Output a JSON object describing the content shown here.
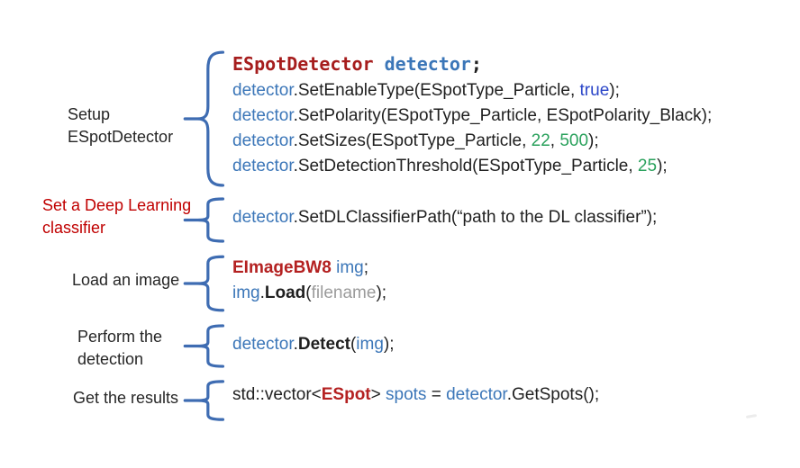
{
  "title": "ESpotDetector usage code walkthrough",
  "colors": {
    "background": "#ffffff",
    "brace": "#3e6cb2",
    "label_dark": "#262626",
    "label_red": "#c00000",
    "code_plain": "#1f1f1f",
    "code_type": "#a61d1d",
    "code_type_alt": "#b42121",
    "code_variable": "#3b76b8",
    "code_keyword": "#2b46c8",
    "code_number": "#2aa15c",
    "code_muted": "#9b9b9b"
  },
  "labels": [
    {
      "lines": [
        "Setup",
        "ESpotDetector"
      ],
      "style": "dark"
    },
    {
      "lines": [
        "Set a Deep Learning",
        "classifier"
      ],
      "style": "red"
    },
    {
      "lines": [
        "Load an image"
      ],
      "style": "dark"
    },
    {
      "lines": [
        "Perform the",
        "detection"
      ],
      "style": "dark"
    },
    {
      "lines": [
        "Get the results"
      ],
      "style": "dark"
    }
  ],
  "code": {
    "lines": [
      {
        "tokens": [
          {
            "t": "ESpotDetector",
            "c": "type"
          },
          {
            "t": " ",
            "c": "plain"
          },
          {
            "t": "detector",
            "c": "var"
          },
          {
            "t": ";",
            "c": "plain"
          }
        ]
      },
      {
        "tokens": [
          {
            "t": "detector",
            "c": "var"
          },
          {
            "t": ".SetEnableType(ESpotType_Particle, ",
            "c": "plain"
          },
          {
            "t": "true",
            "c": "kw"
          },
          {
            "t": ");",
            "c": "plain"
          }
        ]
      },
      {
        "tokens": [
          {
            "t": "detector",
            "c": "var"
          },
          {
            "t": ".SetPolarity(ESpotType_Particle, ESpotPolarity_Black);",
            "c": "plain"
          }
        ]
      },
      {
        "tokens": [
          {
            "t": "detector",
            "c": "var"
          },
          {
            "t": ".SetSizes(ESpotType_Particle, ",
            "c": "plain"
          },
          {
            "t": "22",
            "c": "num"
          },
          {
            "t": ", ",
            "c": "plain"
          },
          {
            "t": "500",
            "c": "num"
          },
          {
            "t": ");",
            "c": "plain"
          }
        ]
      },
      {
        "tokens": [
          {
            "t": "detector",
            "c": "var"
          },
          {
            "t": ".SetDetectionThreshold(ESpotType_Particle, ",
            "c": "plain"
          },
          {
            "t": "25",
            "c": "num"
          },
          {
            "t": ");",
            "c": "plain"
          }
        ]
      },
      {
        "tokens": [
          {
            "t": "detector",
            "c": "var"
          },
          {
            "t": ".SetDLClassifierPath(“path to the DL classifier”);",
            "c": "plain"
          }
        ]
      },
      {
        "tokens": [
          {
            "t": "EImageBW8",
            "c": "type2"
          },
          {
            "t": " ",
            "c": "plain"
          },
          {
            "t": "img",
            "c": "var"
          },
          {
            "t": ";",
            "c": "plain"
          }
        ]
      },
      {
        "tokens": [
          {
            "t": "img",
            "c": "var"
          },
          {
            "t": ".",
            "c": "plain"
          },
          {
            "t": "Load",
            "c": "bold"
          },
          {
            "t": "(",
            "c": "plain"
          },
          {
            "t": "filename",
            "c": "muted"
          },
          {
            "t": ");",
            "c": "plain"
          }
        ]
      },
      {
        "tokens": [
          {
            "t": "detector",
            "c": "var"
          },
          {
            "t": ".",
            "c": "plain"
          },
          {
            "t": "Detect",
            "c": "bold"
          },
          {
            "t": "(",
            "c": "plain"
          },
          {
            "t": "img",
            "c": "var"
          },
          {
            "t": ");",
            "c": "plain"
          }
        ]
      },
      {
        "tokens": [
          {
            "t": "std::vector<",
            "c": "plain"
          },
          {
            "t": "ESpot",
            "c": "type2"
          },
          {
            "t": "> ",
            "c": "plain"
          },
          {
            "t": "spots",
            "c": "var"
          },
          {
            "t": " = ",
            "c": "plain"
          },
          {
            "t": "detector",
            "c": "var"
          },
          {
            "t": ".GetSpots();",
            "c": "plain"
          }
        ]
      }
    ]
  }
}
